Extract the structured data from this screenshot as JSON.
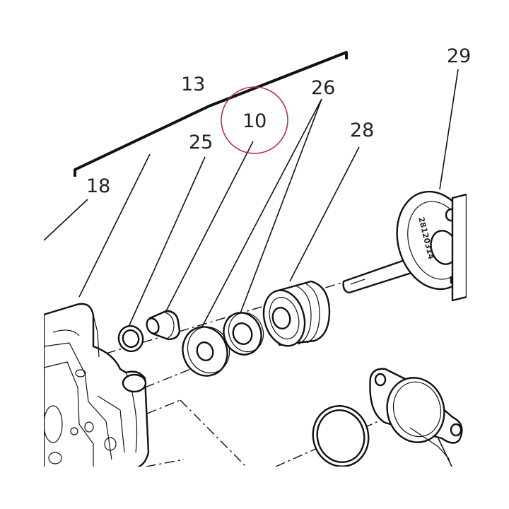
{
  "callouts": {
    "c13": "13",
    "c10": "10",
    "c26": "26",
    "c25": "25",
    "c28": "28",
    "c29": "29",
    "c18": "18"
  },
  "shaft_stamp": "28120314",
  "colors": {
    "line": "#111111",
    "highlight_circle": "#b0304a",
    "background": "#ffffff"
  }
}
